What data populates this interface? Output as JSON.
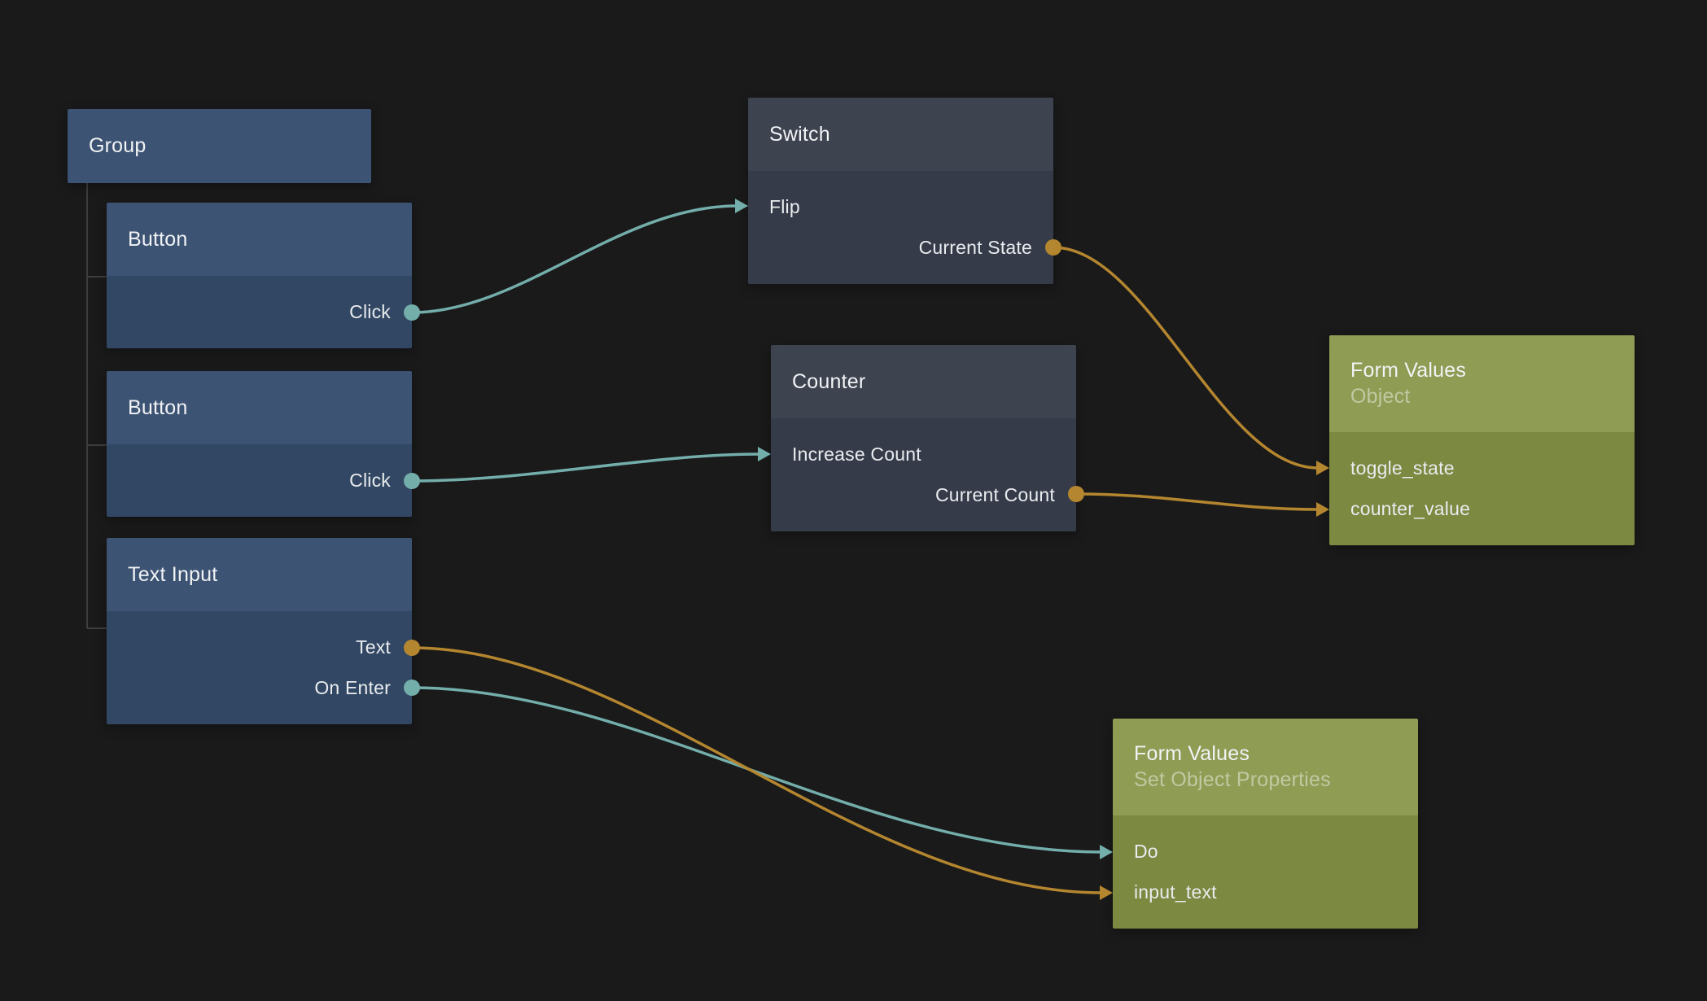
{
  "canvas": {
    "background": "#1a1a1a"
  },
  "colors": {
    "signal_wire_teal": "#73aeab",
    "data_wire_orange": "#b4862f",
    "blue_node_header": "#3d5373",
    "blue_node_body": "#324763",
    "gray_node_header": "#3e4350",
    "gray_node_body": "#363b49",
    "green_node_header": "#8e9c54",
    "green_node_body": "#7b8941"
  },
  "nodes": {
    "group": {
      "title": "Group"
    },
    "button1": {
      "title": "Button",
      "ports": {
        "click": "Click"
      }
    },
    "button2": {
      "title": "Button",
      "ports": {
        "click": "Click"
      }
    },
    "textInput": {
      "title": "Text Input",
      "ports": {
        "text": "Text",
        "onEnter": "On Enter"
      }
    },
    "switch": {
      "title": "Switch",
      "ports": {
        "flip": "Flip",
        "currentState": "Current State"
      }
    },
    "counter": {
      "title": "Counter",
      "ports": {
        "increaseCount": "Increase Count",
        "currentCount": "Current Count"
      }
    },
    "formValuesObject": {
      "title": "Form Values",
      "subtitle": "Object",
      "ports": {
        "toggleState": "toggle_state",
        "counterValue": "counter_value"
      }
    },
    "formValuesSet": {
      "title": "Form Values",
      "subtitle": "Set Object Properties",
      "ports": {
        "do": "Do",
        "inputText": "input_text"
      }
    }
  },
  "connections": [
    {
      "from_node": "Button",
      "from_port": "Click",
      "to_node": "Switch",
      "to_port": "Flip",
      "color": "#73aeab"
    },
    {
      "from_node": "Button",
      "from_port": "Click",
      "to_node": "Counter",
      "to_port": "Increase Count",
      "color": "#73aeab"
    },
    {
      "from_node": "Switch",
      "from_port": "Current State",
      "to_node": "Form Values (Object)",
      "to_port": "toggle_state",
      "color": "#b4862f"
    },
    {
      "from_node": "Counter",
      "from_port": "Current Count",
      "to_node": "Form Values (Object)",
      "to_port": "counter_value",
      "color": "#b4862f"
    },
    {
      "from_node": "Text Input",
      "from_port": "On Enter",
      "to_node": "Form Values (Set Object Properties)",
      "to_port": "Do",
      "color": "#73aeab"
    },
    {
      "from_node": "Text Input",
      "from_port": "Text",
      "to_node": "Form Values (Set Object Properties)",
      "to_port": "input_text",
      "color": "#b4862f"
    }
  ]
}
